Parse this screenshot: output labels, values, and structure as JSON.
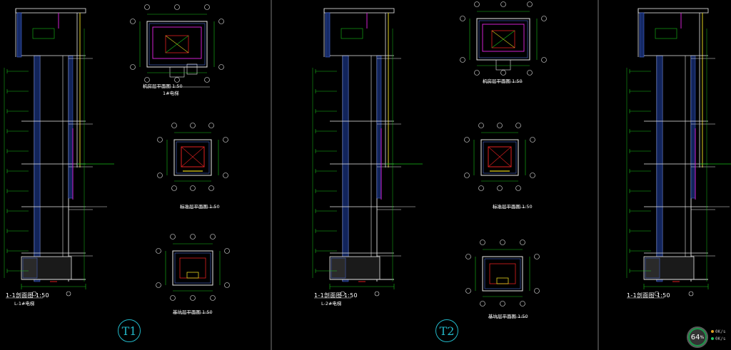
{
  "panels": [
    {
      "badge": "T1",
      "section_title": "1-1剖面图 1:50",
      "section_sub": "L-1#电梯",
      "plans": [
        {
          "title": "机房层平面图 1:50",
          "subtitle": "1#电梯"
        },
        {
          "title": "标准层平面图 1:50",
          "subtitle": ""
        },
        {
          "title": "基坑层平面图 1:50",
          "subtitle": ""
        }
      ]
    },
    {
      "badge": "T2",
      "section_title": "1-1剖面图 1:50",
      "section_sub": "L-2#电梯",
      "plans": [
        {
          "title": "机房层平面图 1:50",
          "subtitle": ""
        },
        {
          "title": "标准层平面图 1:50",
          "subtitle": ""
        },
        {
          "title": "基坑层平面图 1:50",
          "subtitle": ""
        }
      ]
    },
    {
      "badge": "",
      "section_title": "1-1剖面图 1:50",
      "section_sub": "",
      "plans": []
    }
  ],
  "gauge": {
    "value": "64",
    "unit": "%"
  },
  "network": {
    "up": "0K/s",
    "down": "0K/s"
  },
  "colors": {
    "background": "#000000",
    "wall_white": "#e8e8e8",
    "dim_green": "#18c018",
    "hatch_blue": "#4a6ad8",
    "accent_yellow": "#e0d020",
    "accent_magenta": "#d020d0",
    "accent_red": "#e02020",
    "badge_cyan": "#22b8c8",
    "divider": "#9a9a9a"
  }
}
